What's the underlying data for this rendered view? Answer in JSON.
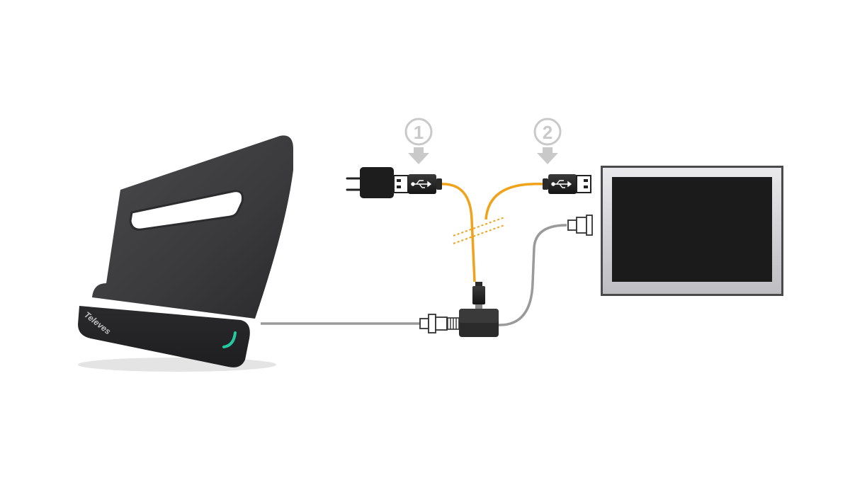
{
  "diagram": {
    "brand_logo": "Televes",
    "steps": [
      {
        "number": "1"
      },
      {
        "number": "2"
      }
    ]
  },
  "colors": {
    "usb_cable": "#f0a21a",
    "coax_cable": "#9a9a9a",
    "step_marker": "#c9c9c9",
    "antenna_body": "#3a3a3c",
    "antenna_led": "#23c9a0",
    "tv_screen": "#1b1b1b",
    "tv_frame": "#cfcfd2"
  },
  "icons": {
    "power_plug": "power-adapter-icon",
    "usb_symbol": "usb-symbol-icon",
    "coax": "coax-connector-icon"
  }
}
